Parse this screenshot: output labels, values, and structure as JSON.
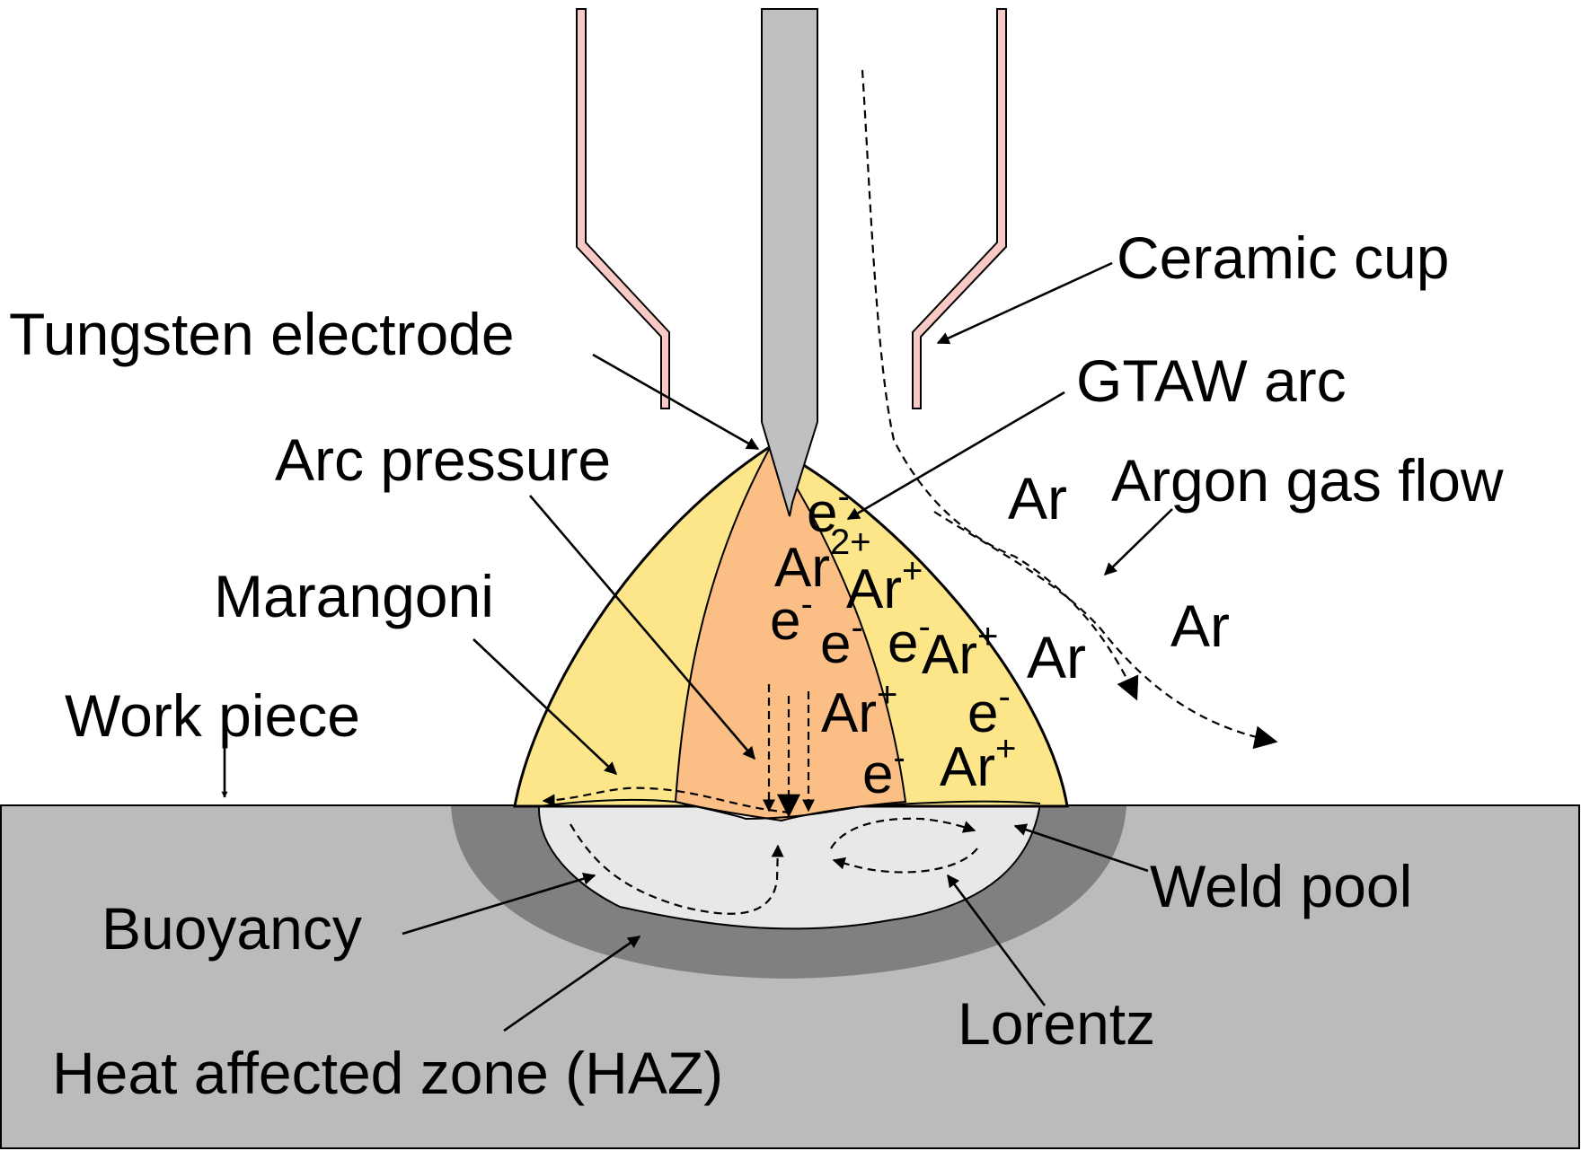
{
  "labels": {
    "ceramic_cup": "Ceramic cup",
    "tungsten_electrode": "Tungsten electrode",
    "gtaw_arc": "GTAW arc",
    "arc_pressure": "Arc pressure",
    "argon_gas_flow": "Argon gas flow",
    "marangoni": "Marangoni",
    "work_piece": "Work piece",
    "weld_pool": "Weld pool",
    "buoyancy": "Buoyancy",
    "lorentz": "Lorentz",
    "haz": "Heat affected zone (HAZ)"
  },
  "species": {
    "ar": "Ar",
    "e": "e",
    "plus": "+",
    "minus": "-",
    "two_plus": "2+"
  },
  "colors": {
    "arc_outer": "#FDE68A",
    "arc_core": "#FBBF86",
    "cup_fill": "#F9C9C6",
    "electrode": "#C0C0C0",
    "work_piece": "#BBBBBB",
    "haz": "#808080",
    "weld_pool": "#E8E8E8"
  }
}
